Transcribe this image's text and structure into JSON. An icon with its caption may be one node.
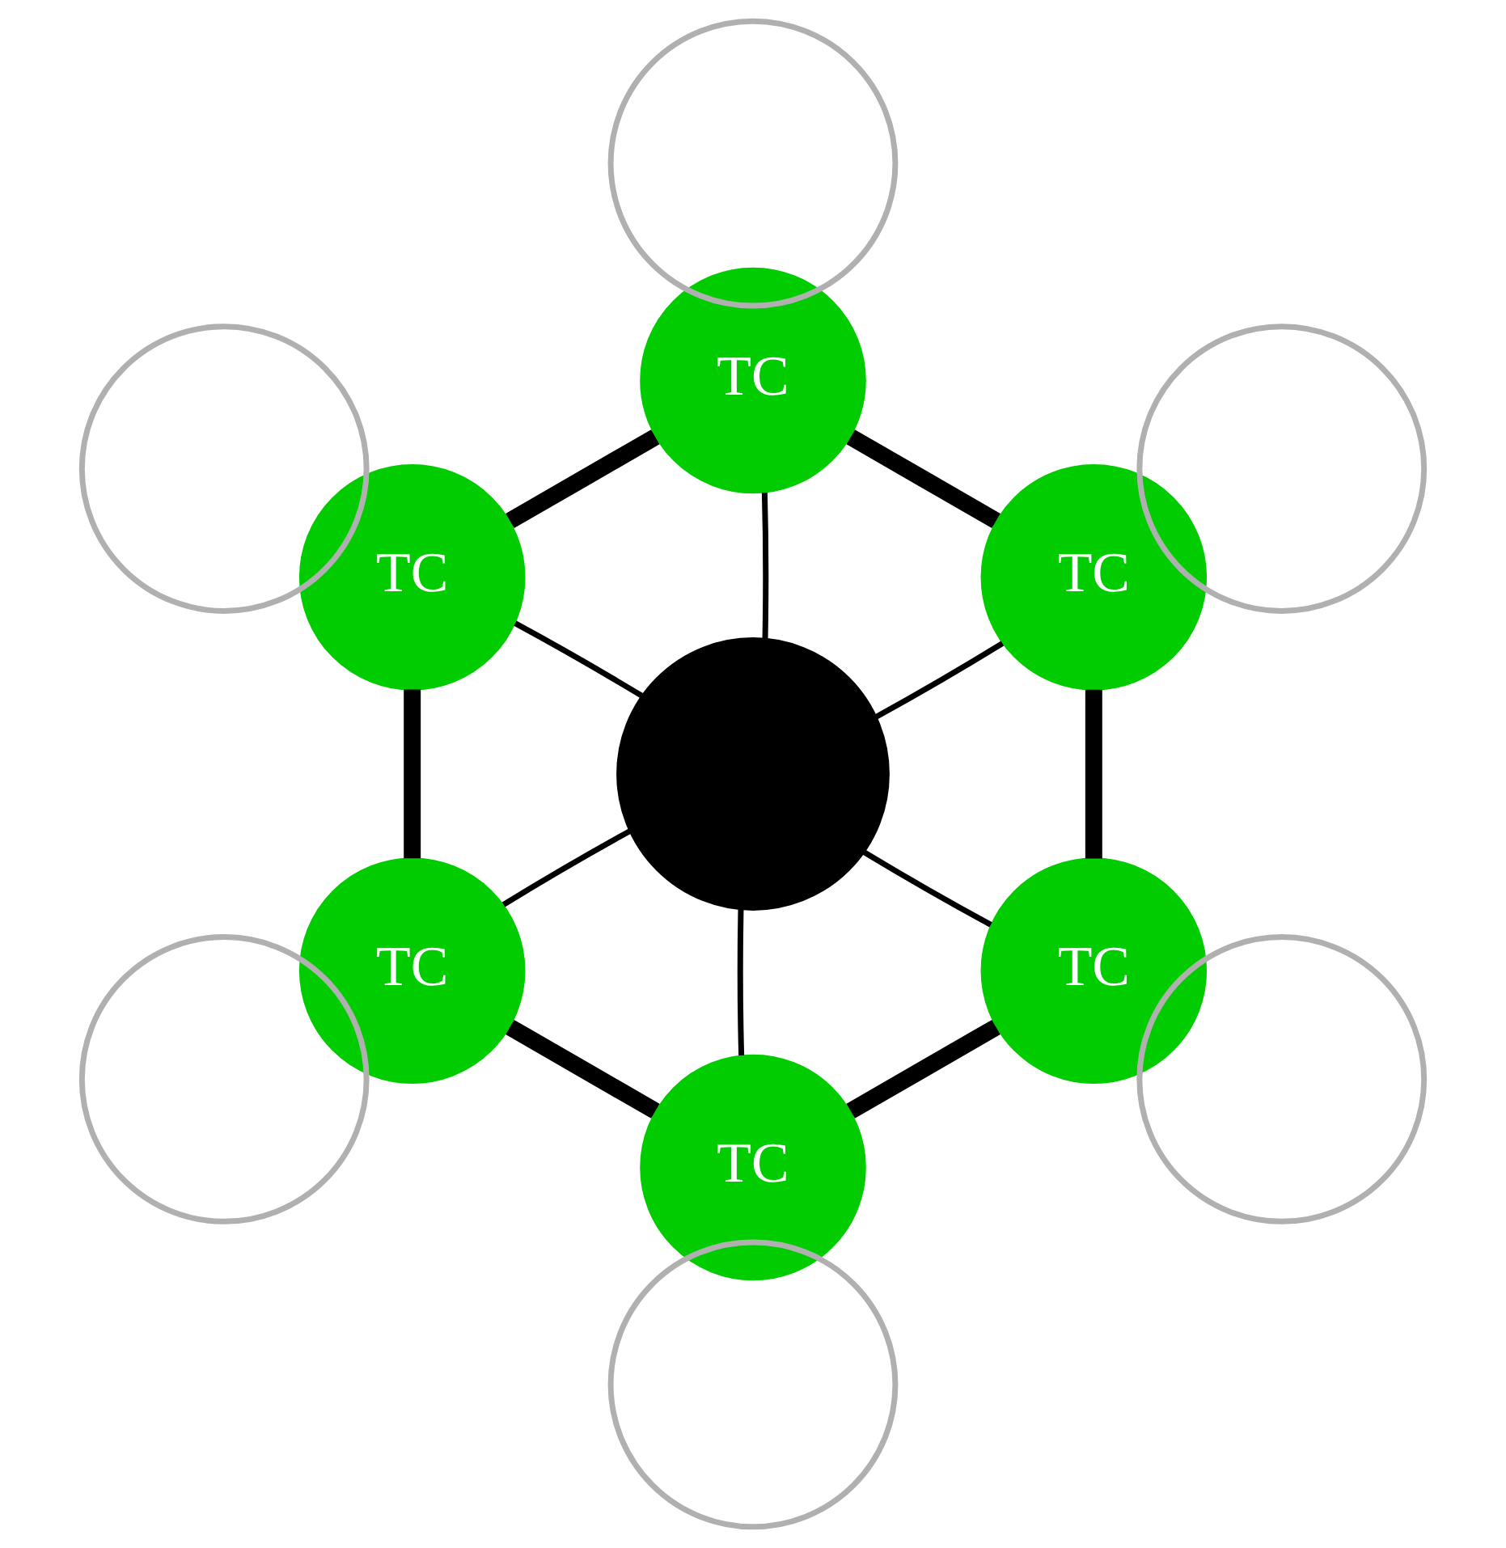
{
  "diagram": {
    "nodes": [
      {
        "text": [],
        "shape": "circle"
      },
      {
        "text": [
          "TC"
        ]
      },
      {
        "text": [
          "TC"
        ]
      },
      {
        "text": [
          "TC"
        ]
      },
      {
        "text": [
          "TC"
        ]
      },
      {
        "text": [
          "TC"
        ]
      },
      {
        "text": [
          "TC"
        ]
      },
      {
        "text": [],
        "shape": "circle"
      },
      {
        "text": [],
        "shape": "circle"
      },
      {
        "text": [],
        "shape": "circle"
      },
      {
        "text": [],
        "shape": "circle"
      },
      {
        "text": [],
        "shape": "circle"
      },
      {
        "text": [],
        "shape": "circle"
      }
    ],
    "edges": [
      {
        "from": 0,
        "to": 1,
        "arrow": "none"
      },
      {
        "from": 0,
        "to": 3,
        "arrow": "none"
      },
      {
        "from": 0,
        "to": 5,
        "arrow": "none"
      },
      {
        "from": 0,
        "to": 6,
        "arrow": "none"
      },
      {
        "from": 0,
        "to": 4,
        "arrow": "none"
      },
      {
        "from": 0,
        "to": 2,
        "arrow": "none"
      },
      {
        "from": 1,
        "to": 3,
        "arrow": "none",
        "style": "thick"
      },
      {
        "from": 3,
        "to": 5,
        "arrow": "none",
        "style": "thick"
      },
      {
        "from": 5,
        "to": 6,
        "arrow": "none",
        "style": "thick"
      },
      {
        "from": 6,
        "to": 4,
        "arrow": "none",
        "style": "thick"
      },
      {
        "from": 4,
        "to": 2,
        "arrow": "none",
        "style": "thick"
      },
      {
        "from": 2,
        "to": 1,
        "arrow": "none",
        "style": "thick"
      }
    ]
  }
}
